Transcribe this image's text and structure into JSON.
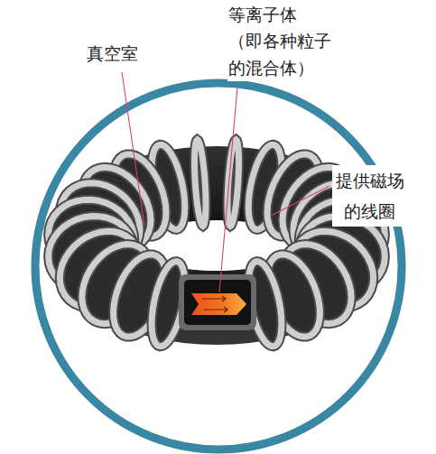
{
  "diagram": {
    "labels": [
      "等离子体 （即各种粒子 的混合体）",
      "真空室",
      "提供磁场 的线圈"
    ]
  }
}
